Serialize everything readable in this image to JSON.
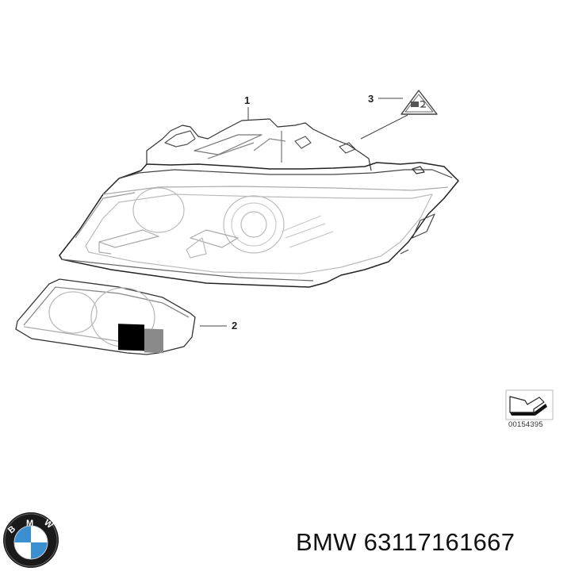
{
  "diagram": {
    "type": "exploded-parts-diagram",
    "subject": "Headlight assembly",
    "callouts": [
      {
        "number": "1",
        "part": "headlight-housing"
      },
      {
        "number": "2",
        "part": "headlight-lens-cover"
      },
      {
        "number": "3",
        "part": "warning-label-triangle"
      }
    ],
    "reference_code": "00154395"
  },
  "caption": {
    "brand": "BMW",
    "part_number": "63117161667",
    "full_text": "BMW 63117161667"
  },
  "logo": {
    "brand_letters": [
      "B",
      "M",
      "W"
    ],
    "colors": {
      "ring": "#1a1a1a",
      "blue": "#3a8fd0",
      "white": "#ffffff",
      "letters": "#ffffff"
    }
  }
}
